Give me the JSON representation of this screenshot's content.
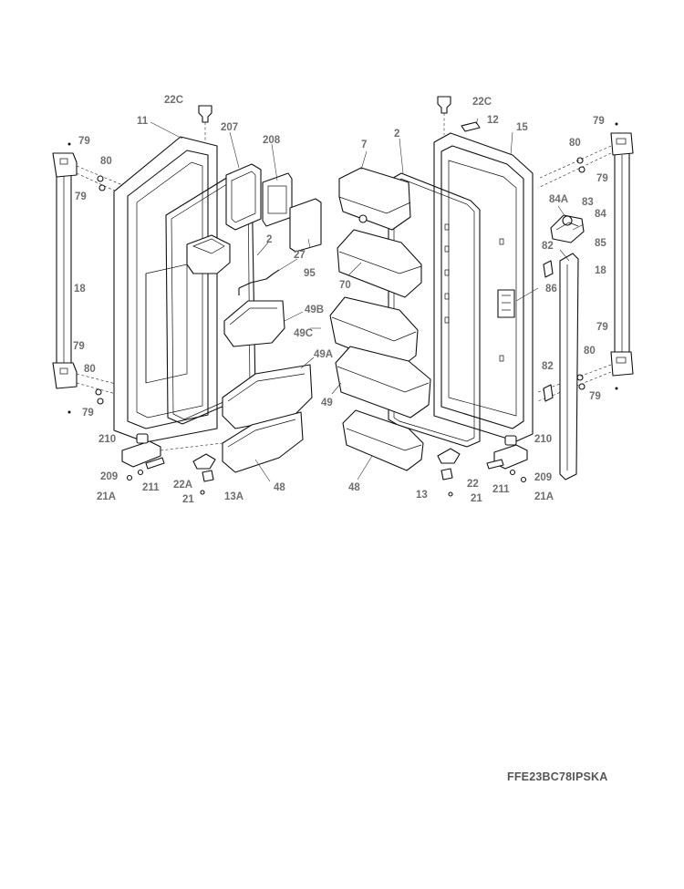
{
  "diagram": {
    "model_number": "FFE23BC78IPSKA",
    "labels": {
      "l22C_left": "22C",
      "l11": "11",
      "l207": "207",
      "l208": "208",
      "l79_tl": "79",
      "l80_tl": "80",
      "l79_tl2": "79",
      "l18_left": "18",
      "l79_bl": "79",
      "l80_bl": "80",
      "l79_bl2": "79",
      "l2_left": "2",
      "l27": "27",
      "l95": "95",
      "l49B": "49B",
      "l49C": "49C",
      "l49A": "49A",
      "l49": "49",
      "l210_left": "210",
      "l209_left": "209",
      "l211_left": "211",
      "l21A_left": "21A",
      "l22A": "22A",
      "l21_left": "21",
      "l13A": "13A",
      "l48_left": "48",
      "l7": "7",
      "l2_right": "2",
      "l70": "70",
      "l22C_right": "22C",
      "l12": "12",
      "l15": "15",
      "l79_tr": "79",
      "l80_tr": "80",
      "l79_tr2": "79",
      "l84A": "84A",
      "l83": "83",
      "l84": "84",
      "l82_top": "82",
      "l85": "85",
      "l18_right": "18",
      "l86": "86",
      "l79_br": "79",
      "l80_br": "80",
      "l82_bottom": "82",
      "l79_br2": "79",
      "l210_right": "210",
      "l209_right": "209",
      "l22_right": "22",
      "l211_right": "211",
      "l21A_right": "21A",
      "l13_right": "13",
      "l21_right": "21",
      "l48_right": "48"
    }
  }
}
